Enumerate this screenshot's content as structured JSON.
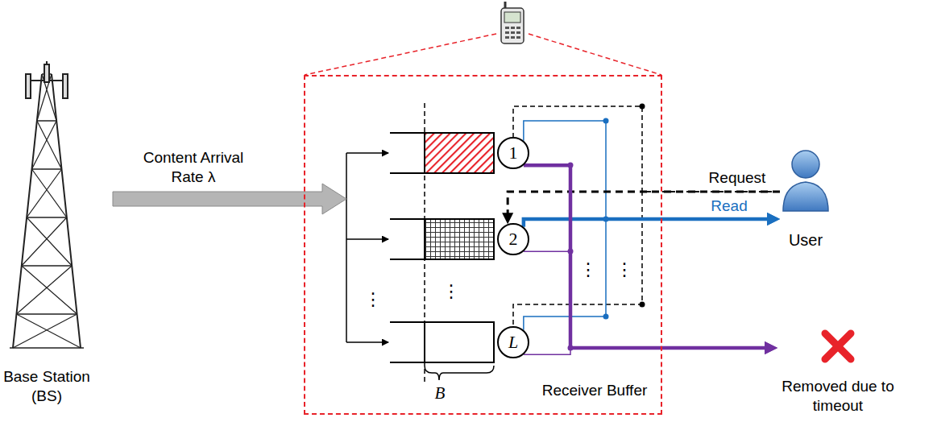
{
  "diagram": {
    "nodes": [
      {
        "text": [
          "Base Station (BS)"
        ]
      },
      {
        "text": [
          "Receiver Buffer"
        ]
      },
      {
        "text": [
          "1"
        ],
        "in": 1
      },
      {
        "text": [
          "2"
        ],
        "in": 1
      },
      {
        "text": [
          "L"
        ],
        "in": 1
      },
      {
        "text": [
          "User"
        ]
      },
      {
        "text": [
          "Removed due to timeout"
        ]
      }
    ],
    "edges": [
      {
        "from": 0,
        "to": 1,
        "label": "Content Arrival Rate λ",
        "arrow": "to"
      },
      {
        "from": 5,
        "to": 3,
        "label": "Request",
        "arrow": "to"
      },
      {
        "from": 5,
        "to": 2,
        "arrow": "none"
      },
      {
        "from": 5,
        "to": 4,
        "arrow": "none"
      },
      {
        "from": 3,
        "to": 5,
        "label": "Read",
        "arrow": "to"
      },
      {
        "from": 2,
        "to": 5,
        "arrow": "to"
      },
      {
        "from": 4,
        "to": 5,
        "arrow": "to"
      },
      {
        "from": 2,
        "to": 6,
        "arrow": "to"
      },
      {
        "from": 3,
        "to": 6,
        "arrow": "to"
      },
      {
        "from": 4,
        "to": 6,
        "arrow": "to"
      }
    ],
    "labels": [
      "⋮",
      "⋮",
      "⋮",
      "⋮",
      "B"
    ]
  }
}
